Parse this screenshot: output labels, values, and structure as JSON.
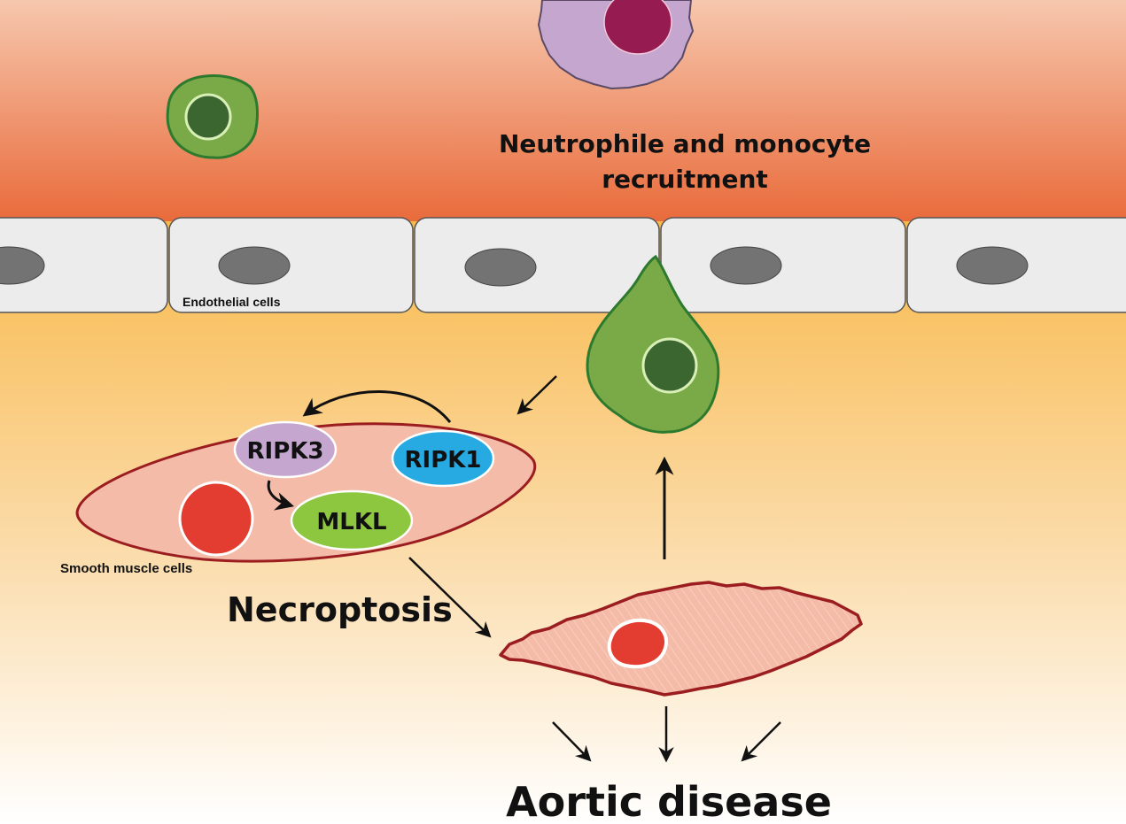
{
  "diagram": {
    "title_recruitment_line1": "Neutrophile and monocyte",
    "title_recruitment_line2": "recruitment",
    "endothelial_label": "Endothelial cells",
    "smooth_muscle_label": "Smooth muscle cells",
    "proteins": {
      "ripk3": "RIPK3",
      "ripk1": "RIPK1",
      "mlkl": "MLKL"
    },
    "necroptosis_label": "Necroptosis",
    "outcome_label": "Aortic disease",
    "colors": {
      "lumen_top": "#f6c7ad",
      "lumen_bottom": "#e96b3b",
      "wall_top": "#f8b94c",
      "wall_bottom": "#ffffff",
      "endothelial_fill": "#ececec",
      "endothelial_nucleus": "#737373",
      "smc_fill": "#f4bba8",
      "smc_outline": "#9b1d20",
      "ripk3": "#c4a6cf",
      "ripk1": "#27a9e1",
      "mlkl": "#8dc63f",
      "smc_nucleus": "#e23d30",
      "monocyte_fill": "#7aaa47",
      "monocyte_outline": "#2d7a2e",
      "monocyte_nucleus": "#3b6630",
      "neutrophil_fill": "#c4a6cf",
      "neutrophil_nucleus": "#951b51"
    }
  }
}
